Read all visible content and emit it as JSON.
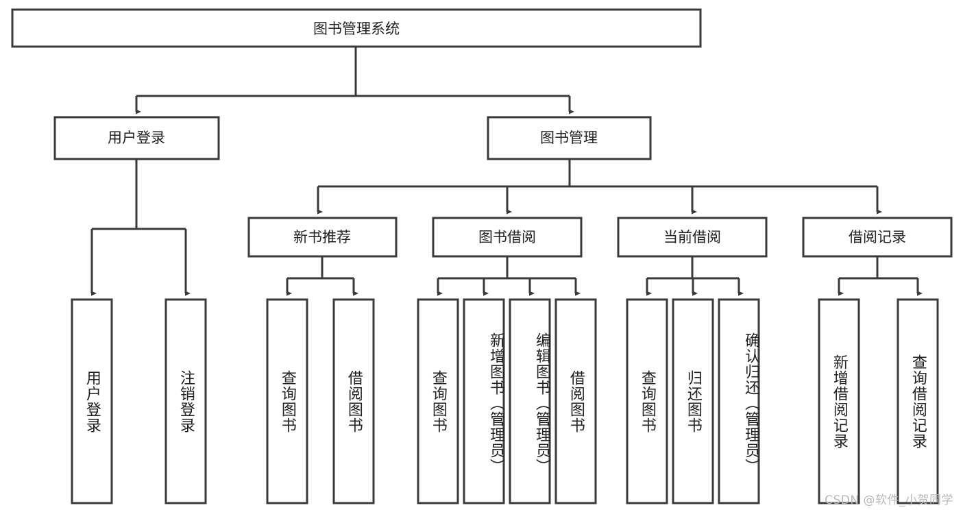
{
  "diagram": {
    "type": "tree",
    "title": "图书管理系统",
    "watermark": "CSDN @软件_小贺同学",
    "colors": {
      "box_stroke": "#3a3a3a",
      "box_fill": "#ffffff",
      "text": "#222222",
      "connector": "#3a3a3a",
      "watermark": "#b9b9b9",
      "background": "#ffffff"
    },
    "nodes": {
      "root": {
        "label": "图书管理系统"
      },
      "level2": [
        {
          "label": "用户登录"
        },
        {
          "label": "图书管理"
        }
      ],
      "level3": [
        {
          "label": "新书推荐"
        },
        {
          "label": "图书借阅"
        },
        {
          "label": "当前借阅"
        },
        {
          "label": "借阅记录"
        }
      ],
      "leaves": {
        "user_login": [
          {
            "label": "用户登录"
          },
          {
            "label": "注销登录"
          }
        ],
        "new_book_recommend": [
          {
            "label": "查询图书"
          },
          {
            "label": "借阅图书"
          }
        ],
        "book_borrow": [
          {
            "label": "查询图书"
          },
          {
            "label": "新增图书（管理员）"
          },
          {
            "label": "编辑图书（管理员）"
          },
          {
            "label": "借阅图书"
          }
        ],
        "current_borrow": [
          {
            "label": "查询图书"
          },
          {
            "label": "归还图书"
          },
          {
            "label": "确认归还（管理员）"
          }
        ],
        "borrow_record": [
          {
            "label": "新增借阅记录"
          },
          {
            "label": "查询借阅记录"
          }
        ]
      }
    }
  }
}
